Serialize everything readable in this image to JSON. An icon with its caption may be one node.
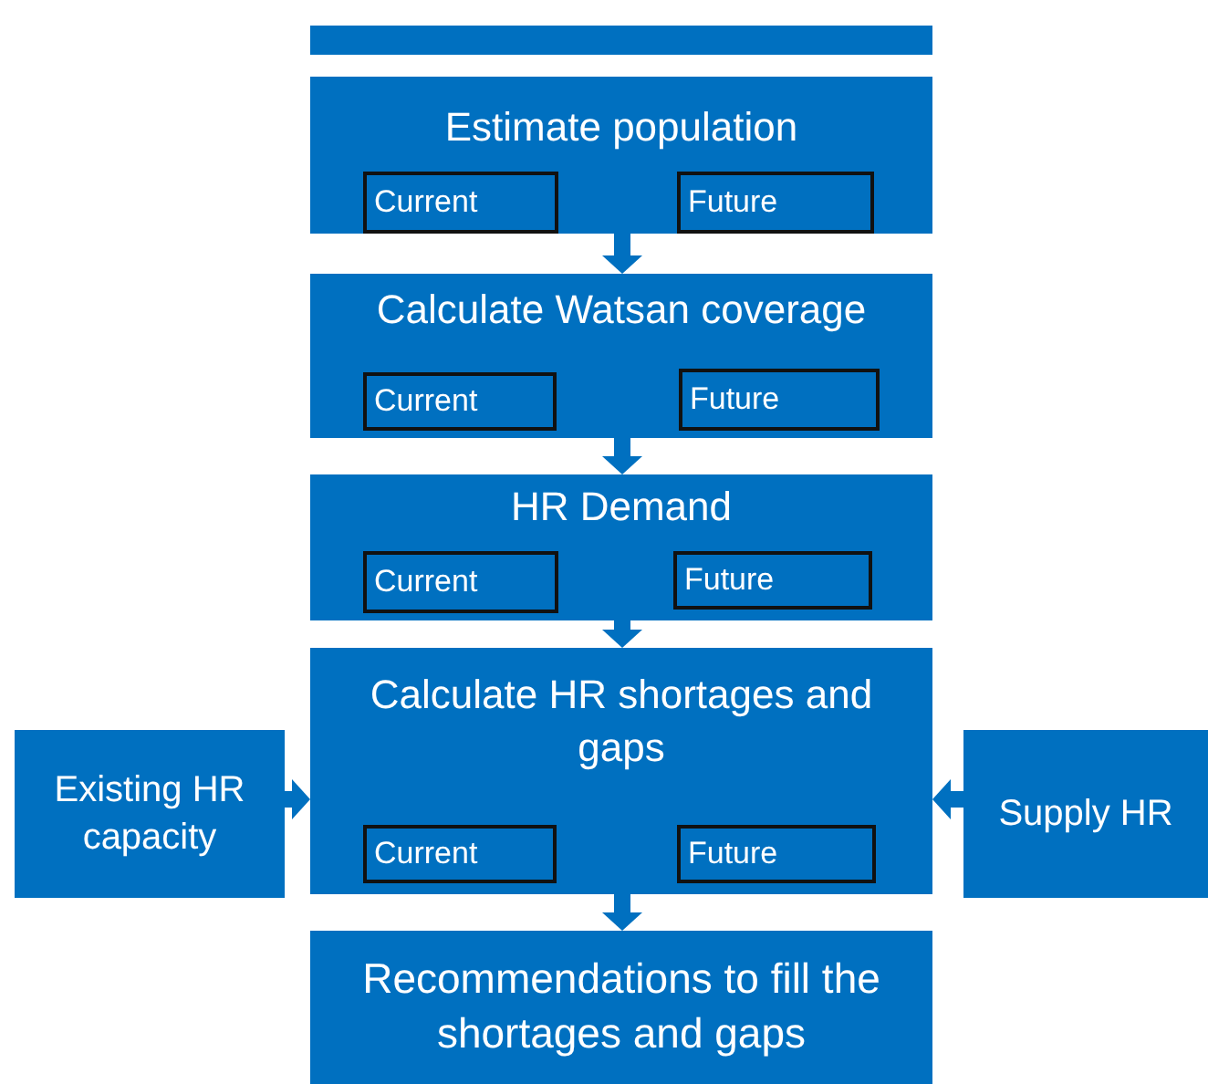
{
  "diagram": {
    "nodes": [
      {
        "text": [],
        "shape": "bar"
      },
      {
        "text": [
          "Estimate population"
        ]
      },
      {
        "text": [
          "Current"
        ],
        "in": 1
      },
      {
        "text": [
          "Future"
        ],
        "in": 1
      },
      {
        "text": [
          "Calculate Watsan coverage"
        ]
      },
      {
        "text": [
          "Current"
        ],
        "in": 4
      },
      {
        "text": [
          "Future"
        ],
        "in": 4
      },
      {
        "text": [
          "HR Demand"
        ]
      },
      {
        "text": [
          "Current"
        ],
        "in": 7
      },
      {
        "text": [
          "Future"
        ],
        "in": 7
      },
      {
        "text": [
          "Calculate HR shortages and gaps"
        ]
      },
      {
        "text": [
          "Current"
        ],
        "in": 10
      },
      {
        "text": [
          "Future"
        ],
        "in": 10
      },
      {
        "text": [
          "Existing HR capacity"
        ]
      },
      {
        "text": [
          "Supply HR"
        ]
      },
      {
        "text": [
          "Recommendations to fill the shortages and gaps"
        ]
      }
    ],
    "edges": [
      {
        "from": 1,
        "to": 4,
        "arrow": "to"
      },
      {
        "from": 4,
        "to": 7,
        "arrow": "to"
      },
      {
        "from": 7,
        "to": 10,
        "arrow": "to"
      },
      {
        "from": 13,
        "to": 10,
        "arrow": "to"
      },
      {
        "from": 14,
        "to": 10,
        "arrow": "to"
      },
      {
        "from": 10,
        "to": 15,
        "arrow": "to"
      }
    ]
  }
}
